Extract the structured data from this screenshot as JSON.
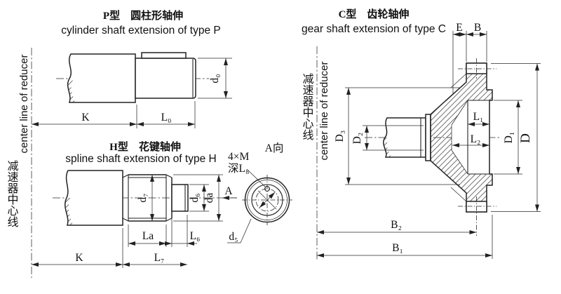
{
  "colors": {
    "line": "#222222",
    "text": "#111111",
    "bg": "#ffffff"
  },
  "center_line": {
    "en": "center line of reducer",
    "zh": "减速器中心线"
  },
  "p": {
    "title_zh": "P型　圆柱形轴伸",
    "title_en": "cylinder shaft extension of type P",
    "k": "K",
    "l0": "L₀",
    "d0": "d₀"
  },
  "h": {
    "title_zh": "H型　花键轴伸",
    "title_en": "spline shaft extension of type H",
    "k": "K",
    "l7": "L₇",
    "la": "La",
    "l6": "L₆",
    "d7": "d₇",
    "d6": "d₆",
    "da": "da",
    "d5": "d₅",
    "view": "A",
    "view_title": "A向",
    "holes": "4×M",
    "depth": "深L₈"
  },
  "c": {
    "title_zh": "C型　齿轮轴伸",
    "title_en": "gear shaft extension of type C",
    "e": "E",
    "b": "B",
    "d3": "D₃",
    "d2": "D₂",
    "d1": "D₁",
    "d": "D",
    "l1": "L₁",
    "l2": "L₂",
    "b2": "B₂",
    "b1": "B₁"
  }
}
